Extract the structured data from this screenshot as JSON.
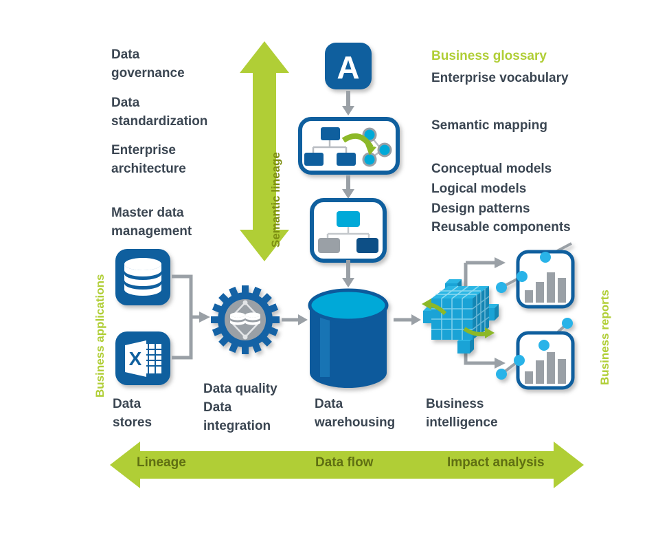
{
  "diagram": {
    "title": "Data governance and data flow architecture diagram",
    "colors": {
      "green": "#b0ce36",
      "green_text": "#7d8f12",
      "dark_blue": "#0f5f9e",
      "deep_blue": "#0d4f86",
      "cyan": "#00a9d8",
      "gray": "#9aa0a6",
      "text": "#3b4652"
    }
  },
  "left_column": [
    {
      "label": "Data\ngovernance"
    },
    {
      "label": "Data\nstandardization"
    },
    {
      "label": "Enterprise\narchitecture"
    },
    {
      "label": "Master data\nmanagement"
    }
  ],
  "right_column": [
    {
      "label": "Business glossary",
      "style": "green"
    },
    {
      "label": "Enterprise vocabulary",
      "style": "dark"
    },
    {
      "label": "Semantic mapping",
      "style": "dark"
    },
    {
      "label": "Conceptual models",
      "style": "dark"
    },
    {
      "label": "Logical models",
      "style": "dark"
    },
    {
      "label": "Design patterns",
      "style": "dark"
    },
    {
      "label": "Reusable components",
      "style": "dark"
    }
  ],
  "side_labels": {
    "left": "Business applications",
    "right": "Business reports"
  },
  "vertical_arrow": {
    "label": "Semantic lineage",
    "direction": "up-down"
  },
  "bottom_arrow": {
    "labels": [
      "Lineage",
      "Data flow",
      "Impact analysis"
    ]
  },
  "stage_labels": [
    {
      "label": "Data\nstores"
    },
    {
      "label": "Data quality\nData\nintegration"
    },
    {
      "label": "Data\nwarehousing"
    },
    {
      "label": "Business\nintelligence"
    }
  ],
  "icons": {
    "glossary_badge": {
      "letter": "A",
      "name": "letter-a-badge-icon"
    },
    "semantic_mapping": {
      "name": "semantic-mapping-icon"
    },
    "model_hierarchy": {
      "name": "model-hierarchy-icon"
    },
    "database": {
      "name": "database-cylinder-icon"
    },
    "spreadsheet": {
      "name": "excel-spreadsheet-icon",
      "letter": "X"
    },
    "gear": {
      "name": "data-integration-gear-icon"
    },
    "warehouse": {
      "name": "data-warehouse-cylinder-icon"
    },
    "cube": {
      "name": "olap-cube-icon"
    },
    "report_top": {
      "name": "bar-line-chart-icon"
    },
    "report_bottom": {
      "name": "bar-line-chart-icon"
    }
  }
}
